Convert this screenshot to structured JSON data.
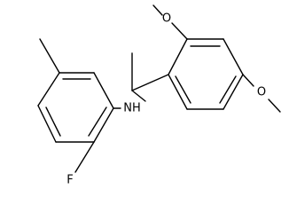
{
  "molecule": {
    "atoms": {
      "o_top": "O",
      "o_right": "O",
      "nh": "NH",
      "f": "F"
    }
  },
  "colors": {
    "bond": "#000000",
    "background": "#ffffff"
  }
}
